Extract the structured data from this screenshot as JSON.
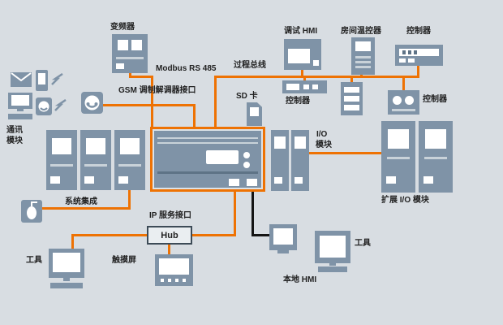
{
  "colors": {
    "background": "#d8dde2",
    "device": "#7f93a7",
    "bus_orange": "#ee7203",
    "line_black": "#141414",
    "text": "#222222",
    "detail_white": "#ffffff"
  },
  "labels": {
    "inverter": "变频器",
    "modbus": "Modbus RS 485",
    "gsm_interface": "GSM 调制解调器接口",
    "debug_hmi": "调试 HMI",
    "room_thermostat": "房间温控器",
    "controller_top": "控制器",
    "process_bus": "过程总线",
    "controller_mid": "控制器",
    "controller_right": "控制器",
    "sd_card": "SD 卡",
    "comm_module_l1": "通讯",
    "comm_module_l2": "模块",
    "io_module_l1": "I/O",
    "io_module_l2": "模块",
    "system_integration": "系统集成",
    "expansion_io_module": "扩展 I/O 模块",
    "ip_service_interface": "IP 服务接口",
    "hub": "Hub",
    "tools_left": "工具",
    "touch_screen": "触摸屏",
    "local_hmi": "本地 HMI",
    "tools_right": "工具"
  }
}
